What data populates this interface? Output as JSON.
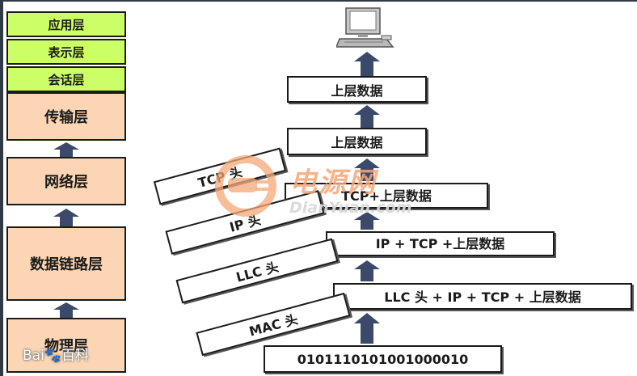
{
  "layers": {
    "application": "应用层",
    "presentation": "表示层",
    "session": "会话层",
    "transport": "传输层",
    "network": "网络层",
    "data_link": "数据链路层",
    "physical": "物理层"
  },
  "encapsulation": {
    "app_data_top": "上层数据",
    "app_data": "上层数据",
    "tcp_segment": "TCP+上层数据",
    "ip_packet": "IP + TCP +上层数据",
    "llc_frame": "LLC 头 + IP + TCP + 上层数据",
    "bits": "0101110101001000010"
  },
  "headers": {
    "tcp": "TCP 头",
    "ip": "IP 头",
    "llc": "LLC 头",
    "mac": "MAC 头"
  },
  "watermarks": {
    "site_name": "电源网",
    "site_domain": "DianYuan.com",
    "baidu": "Bai\u0000百科"
  },
  "colors": {
    "upper_layers": "#ccff66",
    "lower_layers": "#fcd5b4",
    "arrow": "#3b4a6b"
  }
}
